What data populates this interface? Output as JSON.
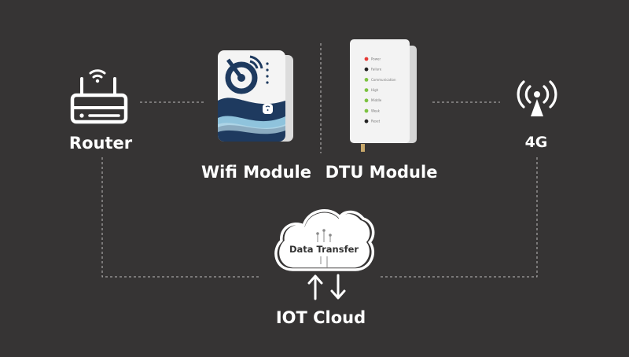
{
  "nodes": {
    "router": {
      "label": "Router"
    },
    "wifi_module": {
      "label": "Wifi Module"
    },
    "dtu_module": {
      "label": "DTU Module",
      "leds": [
        {
          "label": "Power",
          "color": "#e53935"
        },
        {
          "label": "Failure",
          "color": "#222222"
        },
        {
          "label": "Communication",
          "color": "#7cc242"
        },
        {
          "label": "High",
          "color": "#7cc242"
        },
        {
          "label": "Middle",
          "color": "#7cc242"
        },
        {
          "label": "Weak",
          "color": "#7cc242"
        },
        {
          "label": "Reset",
          "color": "#222222"
        }
      ]
    },
    "cellular": {
      "label": "4G"
    },
    "cloud": {
      "label": "IOT Cloud",
      "inner_label": "Data Transfer"
    }
  },
  "colors": {
    "background": "#363434",
    "text": "#ffffff",
    "connector": "#bdbdbd",
    "wifi_module_navy": "#1e3a5f",
    "wifi_module_wave": "#8fc3dc"
  },
  "icons": {
    "router": "router-icon",
    "cellular": "antenna-icon",
    "cloud": "cloud-icon",
    "up_arrow": "arrow-up-icon",
    "down_arrow": "arrow-down-icon"
  }
}
